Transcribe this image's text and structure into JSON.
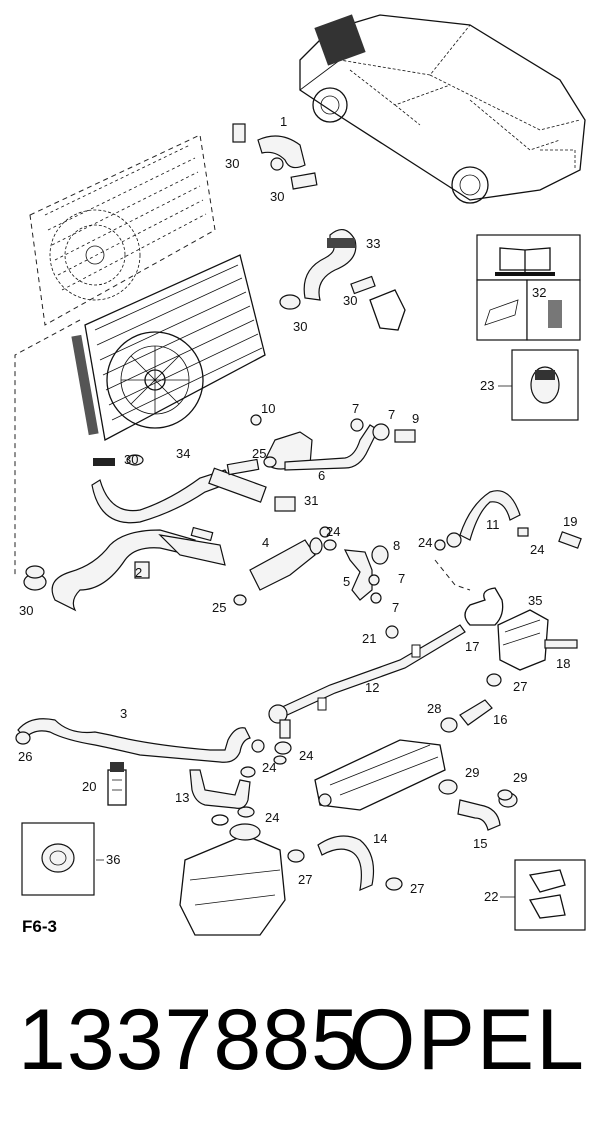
{
  "diagram": {
    "figure_code": "F6-3",
    "callouts": {
      "c1": "1",
      "c2": "2",
      "c3": "3",
      "c4": "4",
      "c5": "5",
      "c6": "6",
      "c7a": "7",
      "c7b": "7",
      "c7c": "7",
      "c7d": "7",
      "c8": "8",
      "c9": "9",
      "c10": "10",
      "c11": "11",
      "c12": "12",
      "c13": "13",
      "c14": "14",
      "c15": "15",
      "c16": "16",
      "c17": "17",
      "c18": "18",
      "c19": "19",
      "c20": "20",
      "c21": "21",
      "c22": "22",
      "c23": "23",
      "c24a": "24",
      "c24b": "24",
      "c24c": "24",
      "c24d": "24",
      "c24e": "24",
      "c24f": "24",
      "c25a": "25",
      "c25b": "25",
      "c26": "26",
      "c27a": "27",
      "c27b": "27",
      "c27c": "27",
      "c28": "28",
      "c29a": "29",
      "c29b": "29",
      "c30a": "30",
      "c30b": "30",
      "c30c": "30",
      "c30d": "30",
      "c30e": "30",
      "c30f": "30",
      "c31": "31",
      "c32": "32",
      "c33": "33",
      "c34": "34",
      "c35": "35",
      "c36": "36"
    }
  },
  "footer": {
    "part_number": "1337885",
    "brand": "OPEL"
  }
}
